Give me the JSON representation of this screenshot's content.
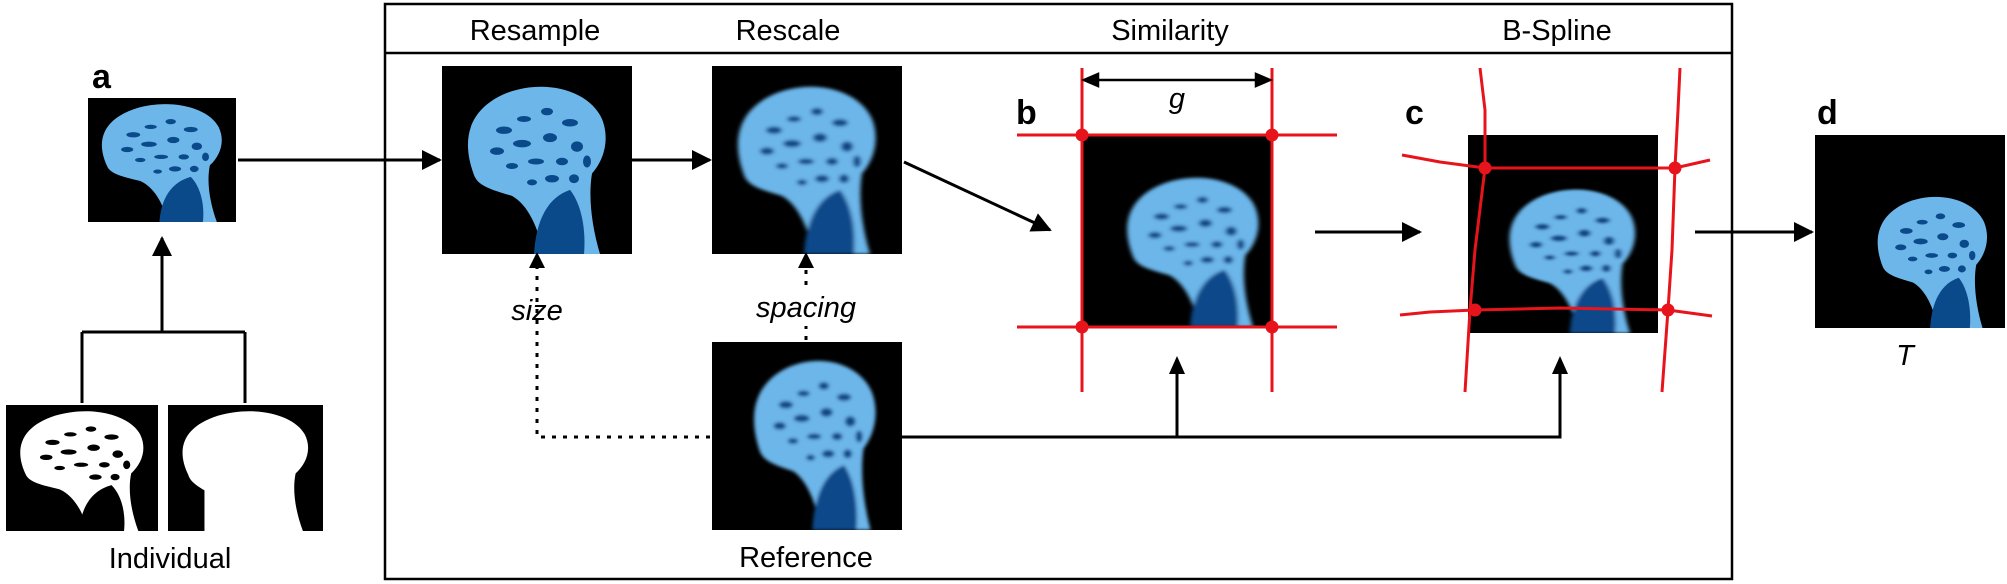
{
  "stages": {
    "resample": "Resample",
    "rescale": "Rescale",
    "similarity": "Similarity",
    "bspline": "B-Spline"
  },
  "panels": {
    "a": "a",
    "b": "b",
    "c": "c",
    "d": "d"
  },
  "labels": {
    "individual": "Individual",
    "reference": "Reference",
    "size": "size",
    "spacing": "spacing",
    "g": "g",
    "T": "T"
  },
  "colors": {
    "bone_light": "#6cb6ea",
    "bone_dark": "#0b4a8a",
    "grid": "#e8141c",
    "background": "#000000"
  }
}
